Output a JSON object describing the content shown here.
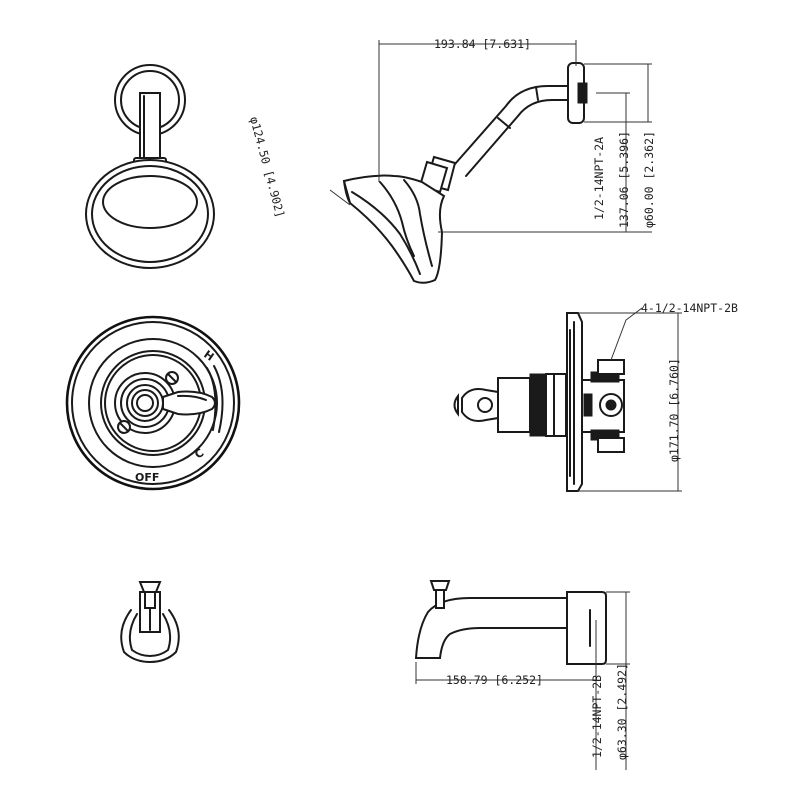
{
  "dimensions": {
    "showerhead_width": "193.84 [7.631]",
    "showerhead_diameter": "φ124.50 [4.902]",
    "arm_thread": "1/2-14NPT-2A",
    "arm_drop": "137.06 [5.396]",
    "flange_diameter": "φ60.00 [2.362]",
    "valve_thread": "4-1/2-14NPT-2B",
    "trim_diameter": "φ171.70 [6.760]",
    "spout_length": "158.79 [6.252]",
    "spout_thread": "1/2-14NPT-2B",
    "spout_flange_diameter": "φ63.30 [2.492]"
  },
  "handle_markings": {
    "hot": "H",
    "cold": "C",
    "off": "OFF"
  },
  "colors": {
    "line": "#1a1a1a",
    "background": "#ffffff"
  }
}
